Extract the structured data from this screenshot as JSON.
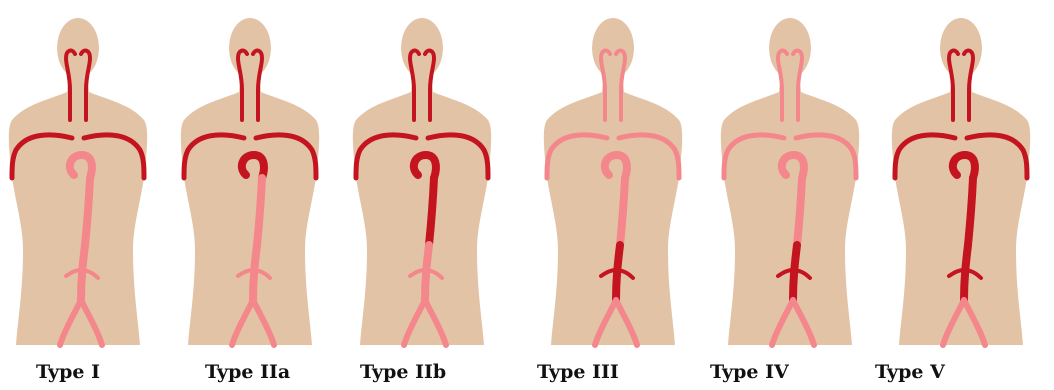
{
  "colors": {
    "background": "#ffffff",
    "body": "#e3c3a6",
    "involved_vessel": "#c41420",
    "uninvolved_vessel": "#f4878c"
  },
  "panels": [
    {
      "label": "Type I",
      "involved": {
        "carotids": true,
        "subclavians": true,
        "arch": false,
        "desc_upper": false,
        "desc_lower": false,
        "renals": false,
        "bifurcation": false
      }
    },
    {
      "label": "Type IIa",
      "involved": {
        "carotids": true,
        "subclavians": true,
        "arch": true,
        "desc_upper": false,
        "desc_lower": false,
        "renals": false,
        "bifurcation": false
      }
    },
    {
      "label": "Type IIb",
      "involved": {
        "carotids": true,
        "subclavians": true,
        "arch": true,
        "desc_upper": true,
        "desc_lower": false,
        "renals": false,
        "bifurcation": false
      }
    },
    {
      "label": "Type III",
      "involved": {
        "carotids": false,
        "subclavians": false,
        "arch": false,
        "desc_upper": false,
        "desc_lower": true,
        "renals": true,
        "bifurcation": false
      }
    },
    {
      "label": "Type IV",
      "involved": {
        "carotids": false,
        "subclavians": false,
        "arch": false,
        "desc_upper": false,
        "desc_lower": true,
        "renals": true,
        "bifurcation": false
      }
    },
    {
      "label": "Type V",
      "involved": {
        "carotids": true,
        "subclavians": true,
        "arch": true,
        "desc_upper": true,
        "desc_lower": true,
        "renals": true,
        "bifurcation": false
      }
    }
  ]
}
